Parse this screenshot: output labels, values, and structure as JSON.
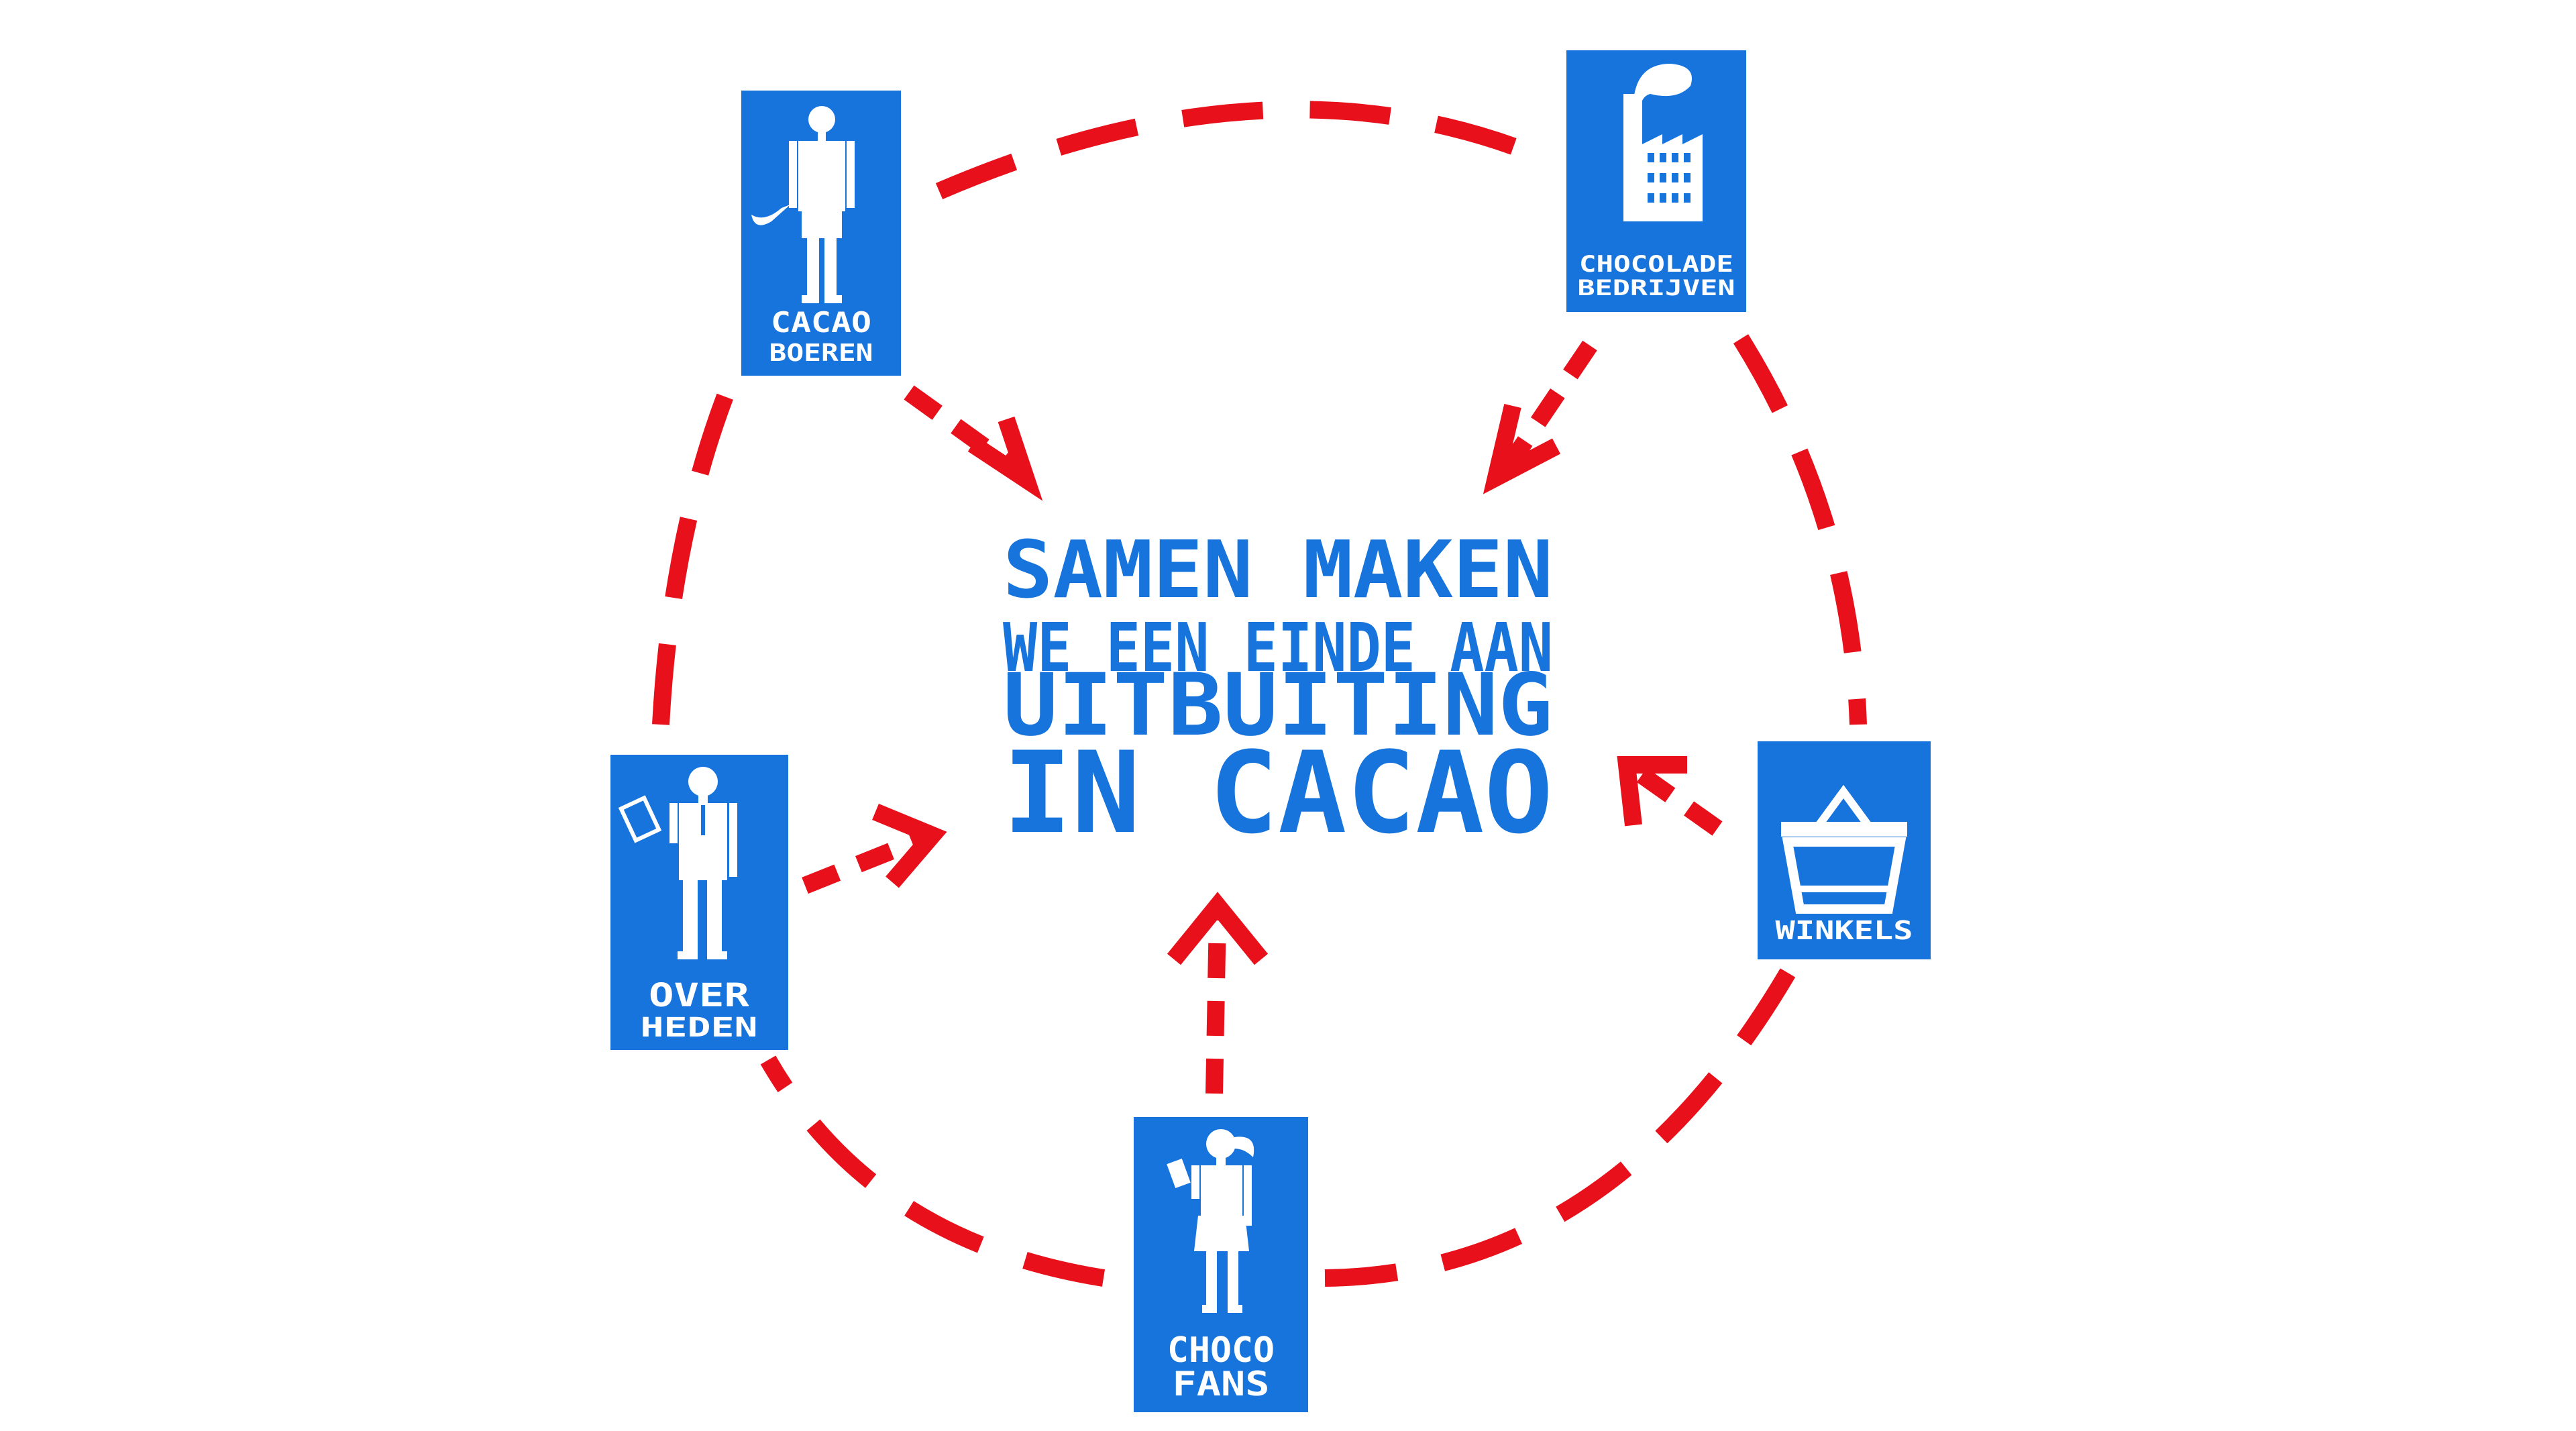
{
  "headline": {
    "lines": [
      "SAMEN MAKEN",
      "WE EEN EINDE AAN",
      "UITBUITING",
      "IN CACAO"
    ]
  },
  "actors": {
    "cacao_boeren": {
      "line1": "CACAO",
      "line2": "BOEREN",
      "icon": "farmer-with-machete-icon"
    },
    "chocolade_bedrijven": {
      "line1": "CHOCOLADE",
      "line2": "BEDRIJVEN",
      "icon": "factory-icon"
    },
    "overheden": {
      "line1": "OVER",
      "line2": "HEDEN",
      "icon": "official-with-document-icon"
    },
    "winkels": {
      "line1": "WINKELS",
      "icon": "shopping-basket-icon"
    },
    "choco_fans": {
      "line1": "CHOCO",
      "line2": "FANS",
      "icon": "fan-with-chocolate-bar-icon"
    }
  },
  "colors": {
    "card_blue": "#1674dc",
    "headline_blue": "#1674dc",
    "arrow_red": "#e8101a",
    "icon_white": "#ffffff",
    "background": "#ffffff"
  }
}
